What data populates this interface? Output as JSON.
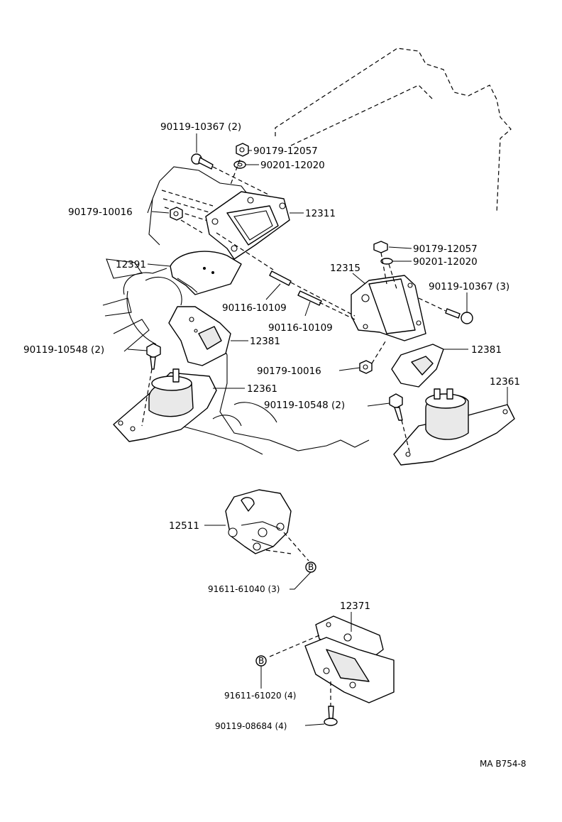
{
  "labels": {
    "bolt_90119_10367_2": "90119-10367 (2)",
    "nut_90179_12057_top": "90179-12057",
    "washer_90201_12020_top": "90201-12020",
    "nut_90179_10016_left": "90179-10016",
    "bracket_12311": "12311",
    "cover_12391": "12391",
    "nut_90179_12057_right": "90179-12057",
    "washer_90201_12020_right": "90201-12020",
    "bracket_12315": "12315",
    "bolt_90119_10367_3": "90119-10367 (3)",
    "stud_90116_10109_a": "90116-10109",
    "stud_90116_10109_b": "90116-10109",
    "insulator_12381_left": "12381",
    "insulator_12381_right": "12381",
    "bolt_90119_10548_left": "90119-10548 (2)",
    "nut_90179_10016_right": "90179-10016",
    "mount_12361_left": "12361",
    "mount_12361_right": "12361",
    "bolt_90119_10548_right": "90119-10548 (2)",
    "bracket_12511": "12511",
    "bolt_91611_61040": "91611-61040 (3)",
    "mount_12371": "12371",
    "bolt_91611_61020": "91611-61020 (4)",
    "bolt_90119_08684": "90119-08684 (4)",
    "ref_code": "MA B754-8"
  },
  "markers": {
    "circle_b_1": "B",
    "circle_b_2": "B"
  }
}
